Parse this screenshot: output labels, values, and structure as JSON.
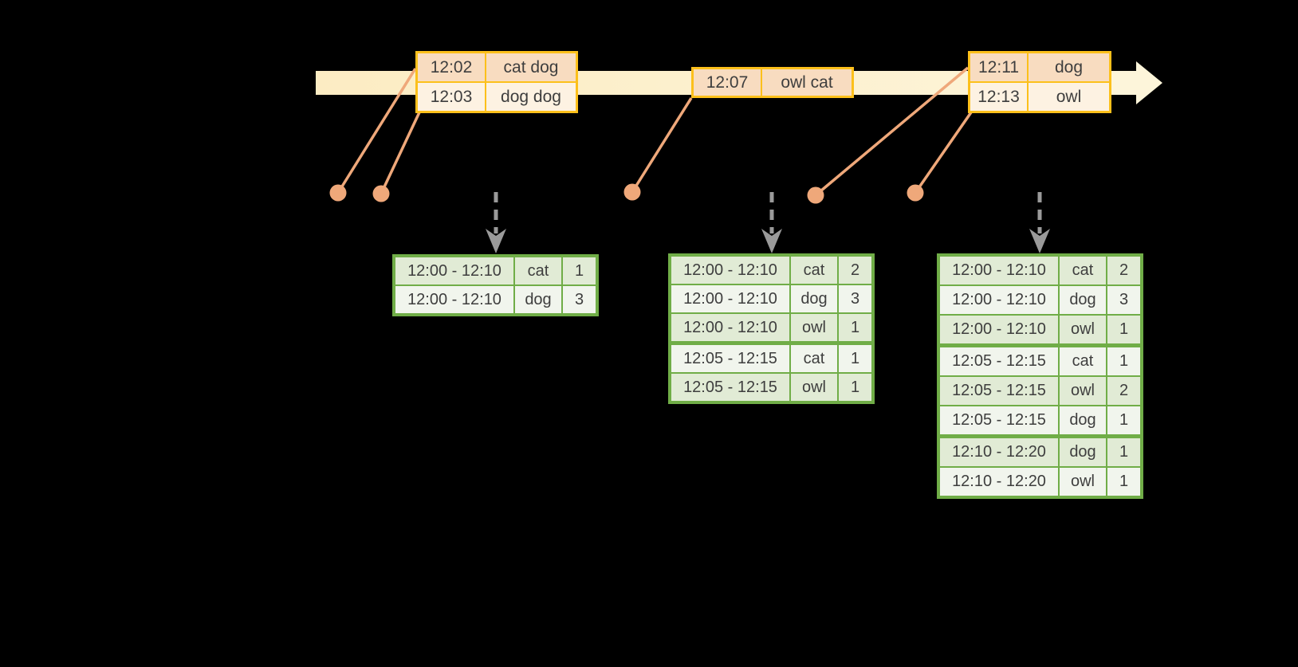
{
  "diagram": {
    "title_semantic": "windowed grouped word-count over event-time stream",
    "background_color": "#000000",
    "colors": {
      "timeline_band_left": "#fcecc3",
      "timeline_band_right": "#fdf5da",
      "event_table_border": "#fcc01b",
      "event_row_dark": "#f8dcc0",
      "event_row_light": "#fdf2e2",
      "result_table_border": "#70ad47",
      "result_row_dark": "#e1ebd5",
      "result_row_light": "#f1f5ed",
      "event_dot": "#efa87a",
      "leader_line": "#efa87a",
      "trigger_arrow": "#9a9a9a",
      "text": "#3e3e3e"
    },
    "graphics": {
      "timeline_arrow": {
        "icon": "right-arrow-band",
        "direction": "right"
      },
      "event_dots": {
        "icon": "circle-dot",
        "count": 5
      },
      "leader_lines": {
        "icon": "diagonal-line",
        "count": 5
      },
      "trigger_arrows": {
        "icon": "dashed-down-arrow",
        "count": 3
      }
    },
    "event_tables": [
      {
        "rows": [
          {
            "time": "12:02",
            "words": "cat dog"
          },
          {
            "time": "12:03",
            "words": "dog dog"
          }
        ]
      },
      {
        "rows": [
          {
            "time": "12:07",
            "words": "owl cat"
          }
        ]
      },
      {
        "rows": [
          {
            "time": "12:11",
            "words": "dog"
          },
          {
            "time": "12:13",
            "words": "owl"
          }
        ]
      }
    ],
    "result_tables": [
      {
        "rows": [
          {
            "window": "12:00 - 12:10",
            "word": "cat",
            "count": "1",
            "group_start": false
          },
          {
            "window": "12:00 - 12:10",
            "word": "dog",
            "count": "3",
            "group_start": false
          }
        ]
      },
      {
        "rows": [
          {
            "window": "12:00 - 12:10",
            "word": "cat",
            "count": "2",
            "group_start": false
          },
          {
            "window": "12:00 - 12:10",
            "word": "dog",
            "count": "3",
            "group_start": false
          },
          {
            "window": "12:00 - 12:10",
            "word": "owl",
            "count": "1",
            "group_start": false
          },
          {
            "window": "12:05 - 12:15",
            "word": "cat",
            "count": "1",
            "group_start": true
          },
          {
            "window": "12:05 - 12:15",
            "word": "owl",
            "count": "1",
            "group_start": false
          }
        ]
      },
      {
        "rows": [
          {
            "window": "12:00 - 12:10",
            "word": "cat",
            "count": "2",
            "group_start": false
          },
          {
            "window": "12:00 - 12:10",
            "word": "dog",
            "count": "3",
            "group_start": false
          },
          {
            "window": "12:00 - 12:10",
            "word": "owl",
            "count": "1",
            "group_start": false
          },
          {
            "window": "12:05 - 12:15",
            "word": "cat",
            "count": "1",
            "group_start": true
          },
          {
            "window": "12:05 - 12:15",
            "word": "owl",
            "count": "2",
            "group_start": false
          },
          {
            "window": "12:05 - 12:15",
            "word": "dog",
            "count": "1",
            "group_start": false
          },
          {
            "window": "12:10 - 12:20",
            "word": "dog",
            "count": "1",
            "group_start": true
          },
          {
            "window": "12:10 - 12:20",
            "word": "owl",
            "count": "1",
            "group_start": false
          }
        ]
      }
    ]
  }
}
